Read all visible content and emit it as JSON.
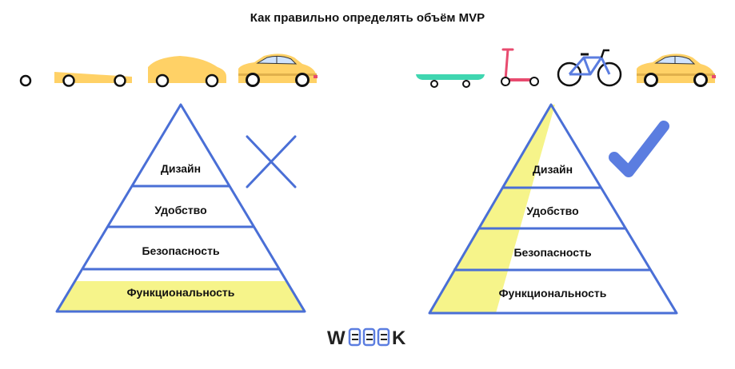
{
  "title": "Как правильно определять объём MVP",
  "colors": {
    "outline": "#4a6fd6",
    "highlight": "#f6f48a",
    "car": "#ffd166",
    "skate": "#3fd6b0",
    "scooter": "#e84b6f",
    "bike": "#5b7de0",
    "check": "#5b7de0"
  },
  "left_pyramid": {
    "levels": [
      "Дизайн",
      "Удобство",
      "Безопасность",
      "Функциональность"
    ],
    "mark": "cross-icon",
    "vehicles": [
      "wheel-icon",
      "chassis-icon",
      "car-body-icon",
      "car-icon"
    ]
  },
  "right_pyramid": {
    "levels": [
      "Дизайн",
      "Удобство",
      "Безопасность",
      "Функциональность"
    ],
    "mark": "check-icon",
    "vehicles": [
      "skateboard-icon",
      "scooter-icon",
      "bicycle-icon",
      "car-icon"
    ]
  },
  "logo": {
    "left": "W",
    "right": "K"
  }
}
